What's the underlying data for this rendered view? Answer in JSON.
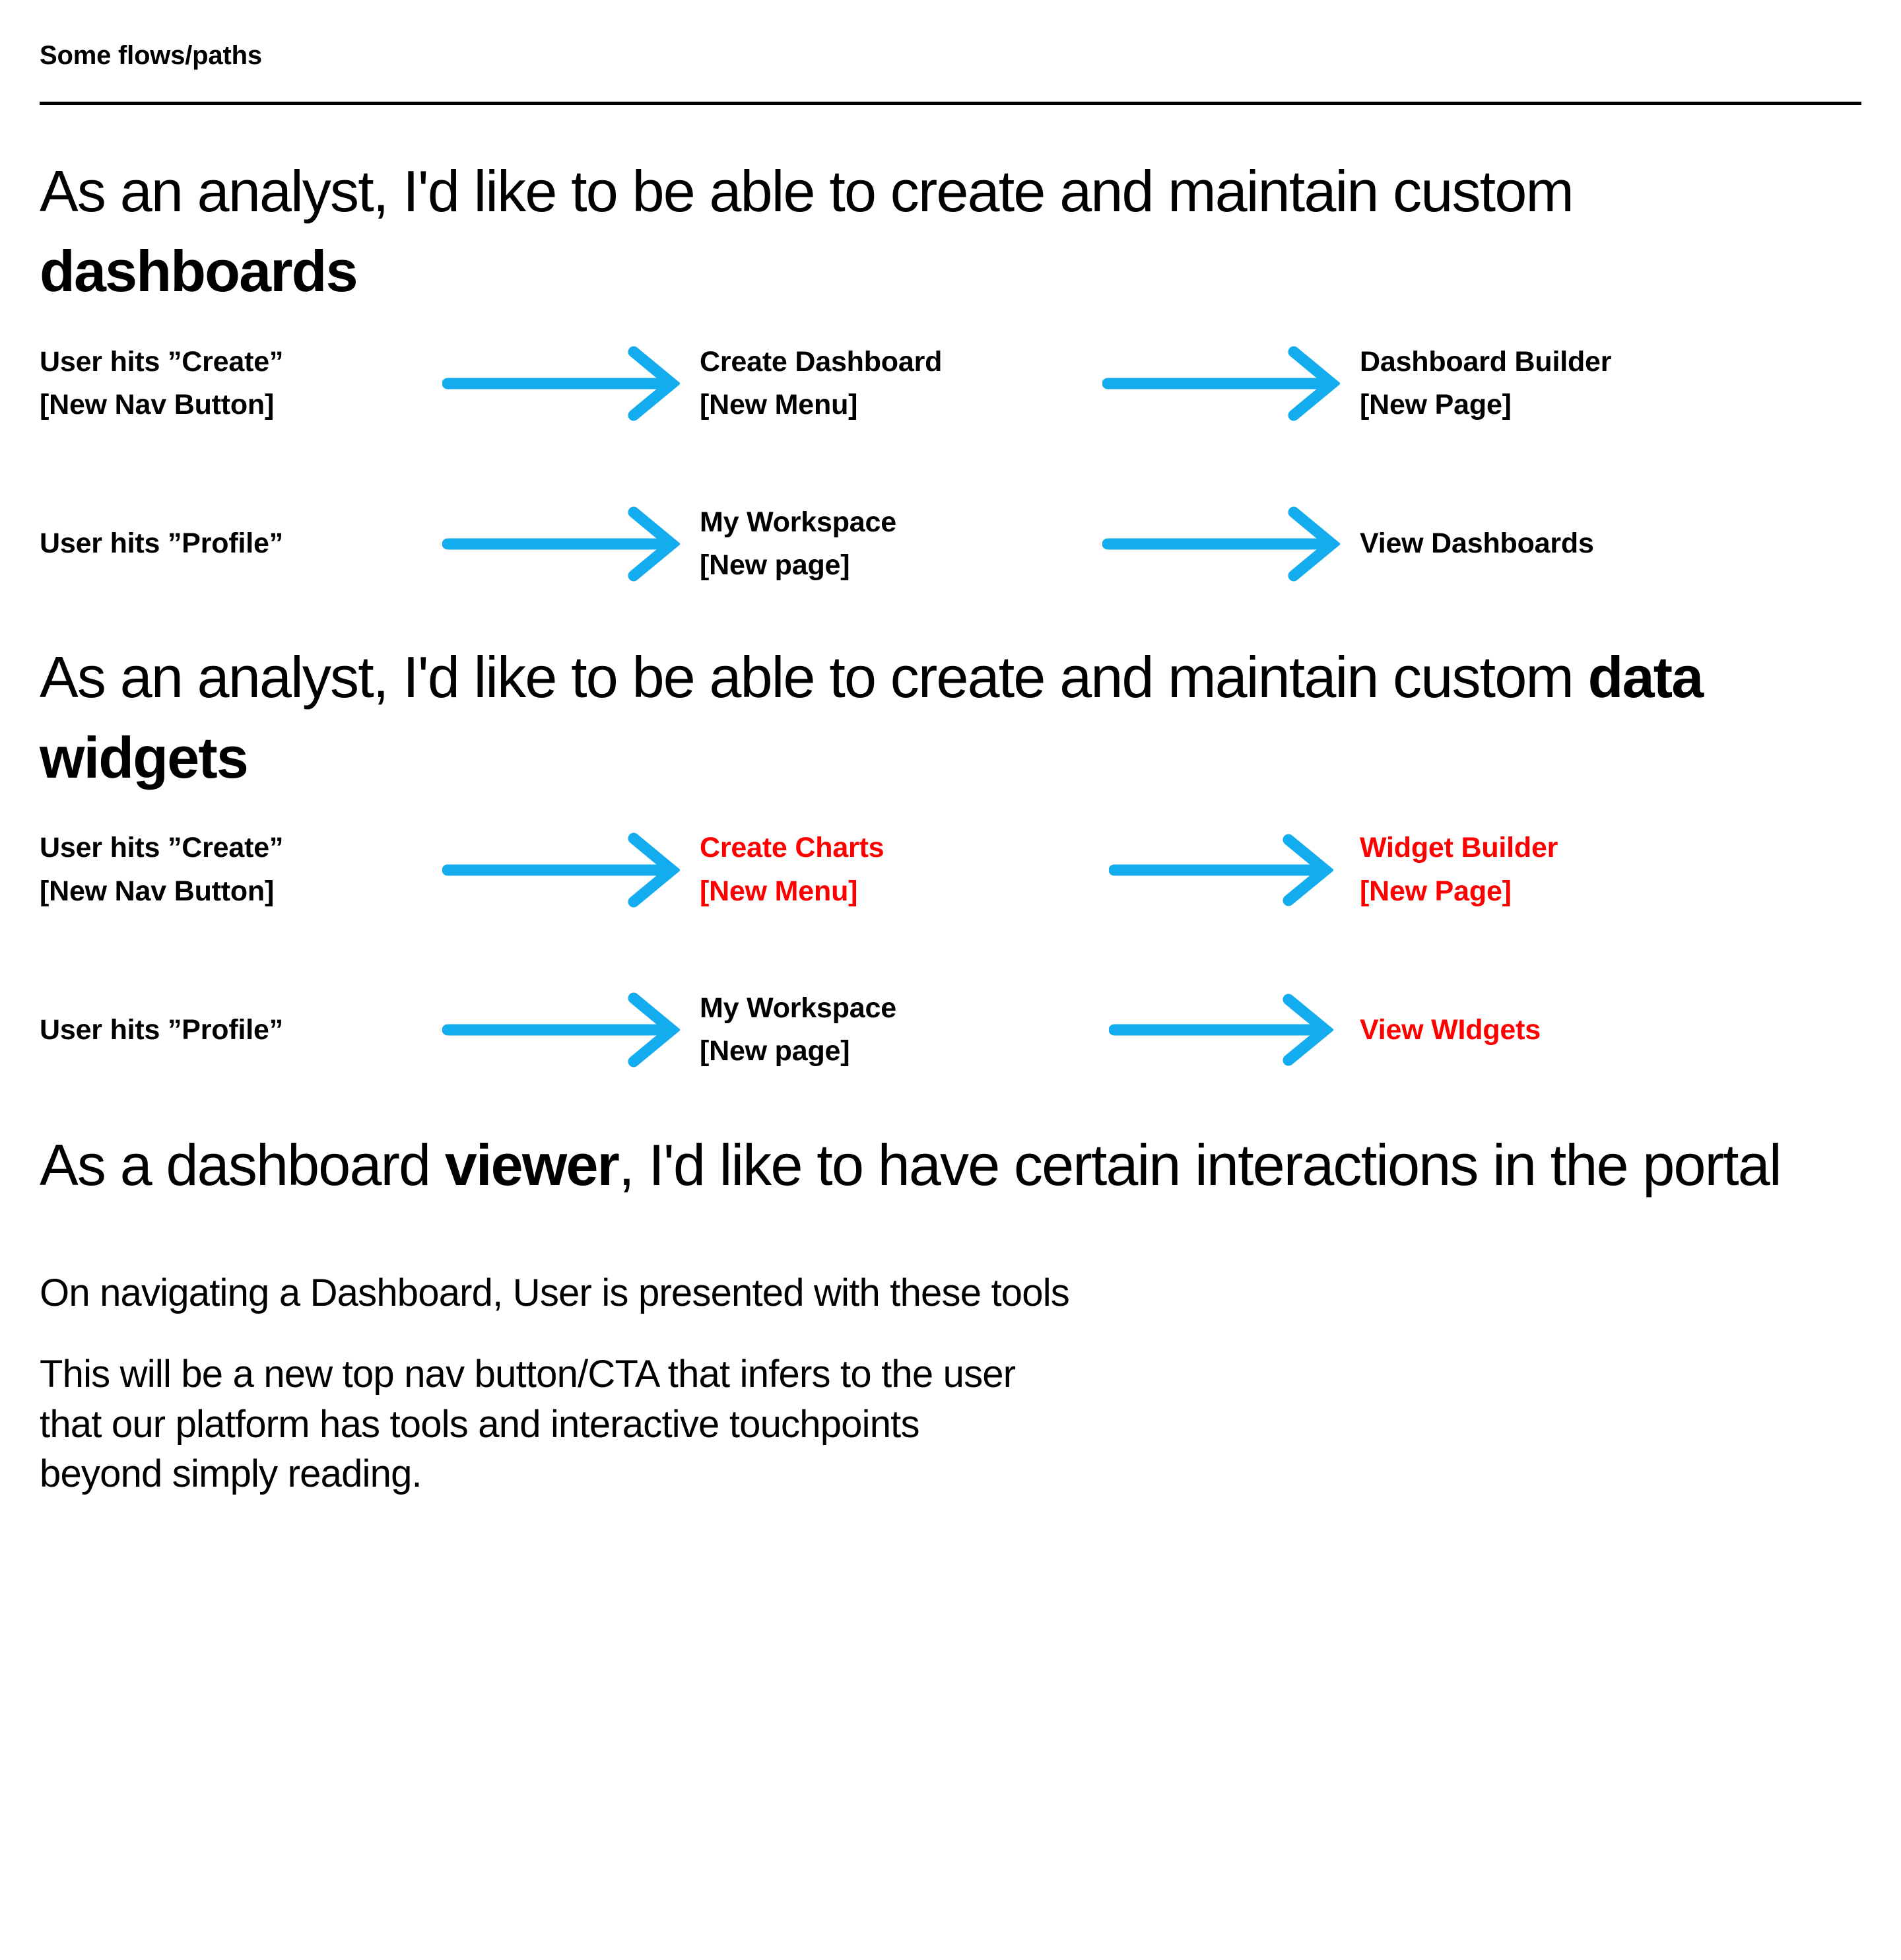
{
  "header": {
    "title": "Some flows/paths"
  },
  "colors": {
    "arrow": "#13ACEF",
    "highlight": "#FF0000",
    "text": "#000000",
    "background": "#FFFFFF",
    "rule": "#000000"
  },
  "sections": [
    {
      "heading_prefix": "As an analyst, I'd like to be able to create and maintain custom ",
      "heading_bold": "dashboards",
      "rows": [
        {
          "node1": "User hits ”Create”\n[New Nav Button]",
          "node1_color": "black",
          "node2": "Create Dashboard\n[New Menu]",
          "node2_color": "black",
          "node3": "Dashboard Builder\n[New Page]",
          "node3_color": "black",
          "arrow1": "arrow-right-icon",
          "arrow2": "arrow-right-icon"
        },
        {
          "node1": "User hits ”Profile”",
          "node1_color": "black",
          "node2": "My Workspace\n[New page]",
          "node2_color": "black",
          "node3": "View Dashboards",
          "node3_color": "black",
          "arrow1": "arrow-right-icon",
          "arrow2": "arrow-right-icon"
        }
      ]
    },
    {
      "heading_prefix": "As an analyst, I'd like to be able to create and maintain custom ",
      "heading_bold": "data widgets",
      "rows": [
        {
          "node1": "User hits ”Create”\n[New Nav Button]",
          "node1_color": "black",
          "node2": "Create Charts\n[New Menu]",
          "node2_color": "red",
          "node3": "Widget Builder\n[New Page]",
          "node3_color": "red",
          "arrow1": "arrow-right-icon",
          "arrow2": "arrow-right-icon"
        },
        {
          "node1": "User hits ”Profile”",
          "node1_color": "black",
          "node2": "My Workspace\n[New page]",
          "node2_color": "black",
          "node3": "View WIdgets",
          "node3_color": "red",
          "arrow1": "arrow-right-icon",
          "arrow2": "arrow-right-icon"
        }
      ]
    }
  ],
  "section3": {
    "heading_part1": "As a dashboard ",
    "heading_bold": "viewer",
    "heading_part2": ", I'd like to have certain interactions in the portal",
    "body_line": "On navigating a Dashboard, User is presented with these tools",
    "body_para": "This will be a new top nav button/CTA that infers to the user\nthat our platform has tools and interactive touchpoints\nbeyond simply reading."
  }
}
